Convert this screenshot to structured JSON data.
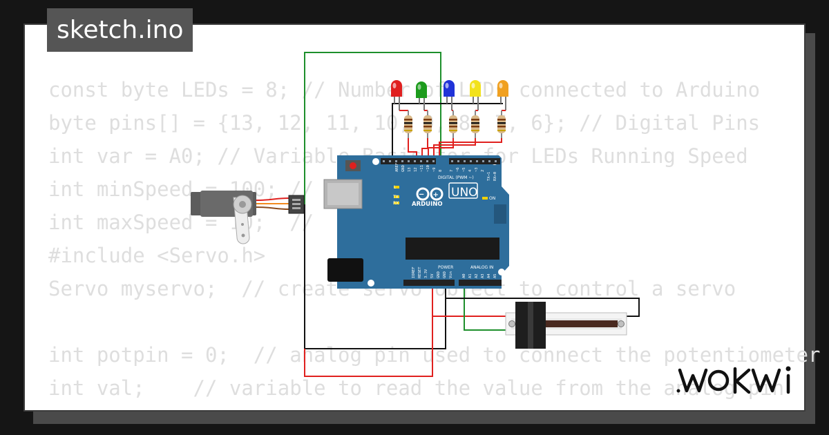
{
  "title": "sketch.ino",
  "brand": "WOKWI",
  "code_lines": [
    "const byte LEDs = 8; // Number of LEDs connected to Arduino",
    "byte pins[] = {13, 12, 11, 10, 9, 8, 7, 6}; // Digital Pins",
    "int var = A0; // Variable Basis for for LEDs Running Speed",
    "int minSpeed = 100; // ",
    "int maxSpeed = 10;  // ",
    "#include <Servo.h>",
    "Servo myservo;  // create servo object to control a servo",
    "",
    "int potpin = 0;  // analog pin used to connect the potentiometer",
    "int val;    // variable to read the value from the analog pin"
  ],
  "board": {
    "brand": "ARDUINO",
    "model": "UNO",
    "digital_label": "DIGITAL (PWM ~)",
    "power_label": "POWER",
    "analog_label": "ANALOG IN",
    "on_label": "ON",
    "l_label": "L",
    "tx_label": "TX",
    "rx_label": "RX",
    "digital_pins": [
      "AREF",
      "GND",
      "13",
      "12",
      "~11",
      "~10",
      "~9",
      "8",
      "7",
      "~6",
      "~5",
      "4",
      "~3",
      "2",
      "TX→1",
      "RX←0"
    ],
    "power_pins": [
      "IOREF",
      "RESET",
      "3.3V",
      "5V",
      "GND",
      "GND",
      "Vin"
    ],
    "analog_pins": [
      "A0",
      "A1",
      "A2",
      "A3",
      "A4",
      "A5"
    ]
  },
  "leds": [
    {
      "name": "red",
      "color": "#e02020"
    },
    {
      "name": "green",
      "color": "#1d9b1d"
    },
    {
      "name": "blue",
      "color": "#2033d8"
    },
    {
      "name": "yellow",
      "color": "#f2e21c"
    },
    {
      "name": "orange",
      "color": "#f0a020"
    }
  ],
  "colors": {
    "board": "#2e6e9c",
    "wire_red": "#e0201e",
    "wire_green": "#1d8f2b",
    "wire_black": "#111111",
    "code_text": "#dedede",
    "title_bg": "#555555"
  }
}
